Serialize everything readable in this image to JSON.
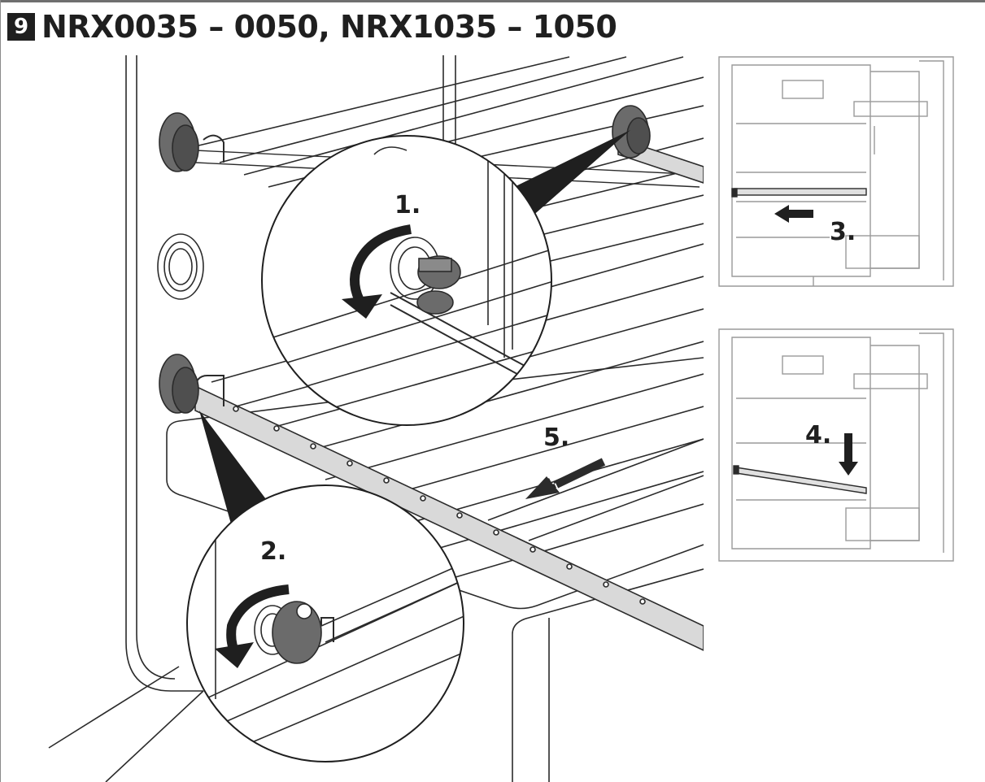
{
  "header": {
    "step_number": "9",
    "title": "NRX0035 – 0050, NRX1035 – 1050"
  },
  "steps": {
    "s1": "1.",
    "s2": "2.",
    "s3": "3.",
    "s4": "4.",
    "s5": "5."
  },
  "colors": {
    "line": "#2b2b2b",
    "shelf_fill": "#d9d9d9",
    "knob": "#6b6b6b",
    "badge": "#1f1f1f",
    "thumb_line": "#9a9a9a"
  }
}
